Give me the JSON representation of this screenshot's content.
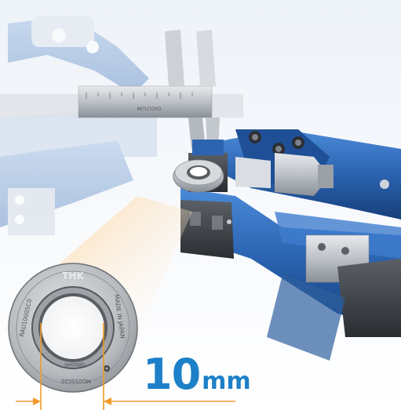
{
  "dimension": {
    "value": "10",
    "unit": "mm"
  },
  "bearing": {
    "brand": "THK",
    "model": "RAU10005C0",
    "origin": "MADE IN JAPAN",
    "serial": "MD05S020",
    "code": "0JBN5M0"
  },
  "caliper_brand": "MITUTOYO",
  "colors": {
    "accent": "#1d80c8",
    "arrow": "#f39a2a",
    "robot_blue": "#2565b5"
  }
}
